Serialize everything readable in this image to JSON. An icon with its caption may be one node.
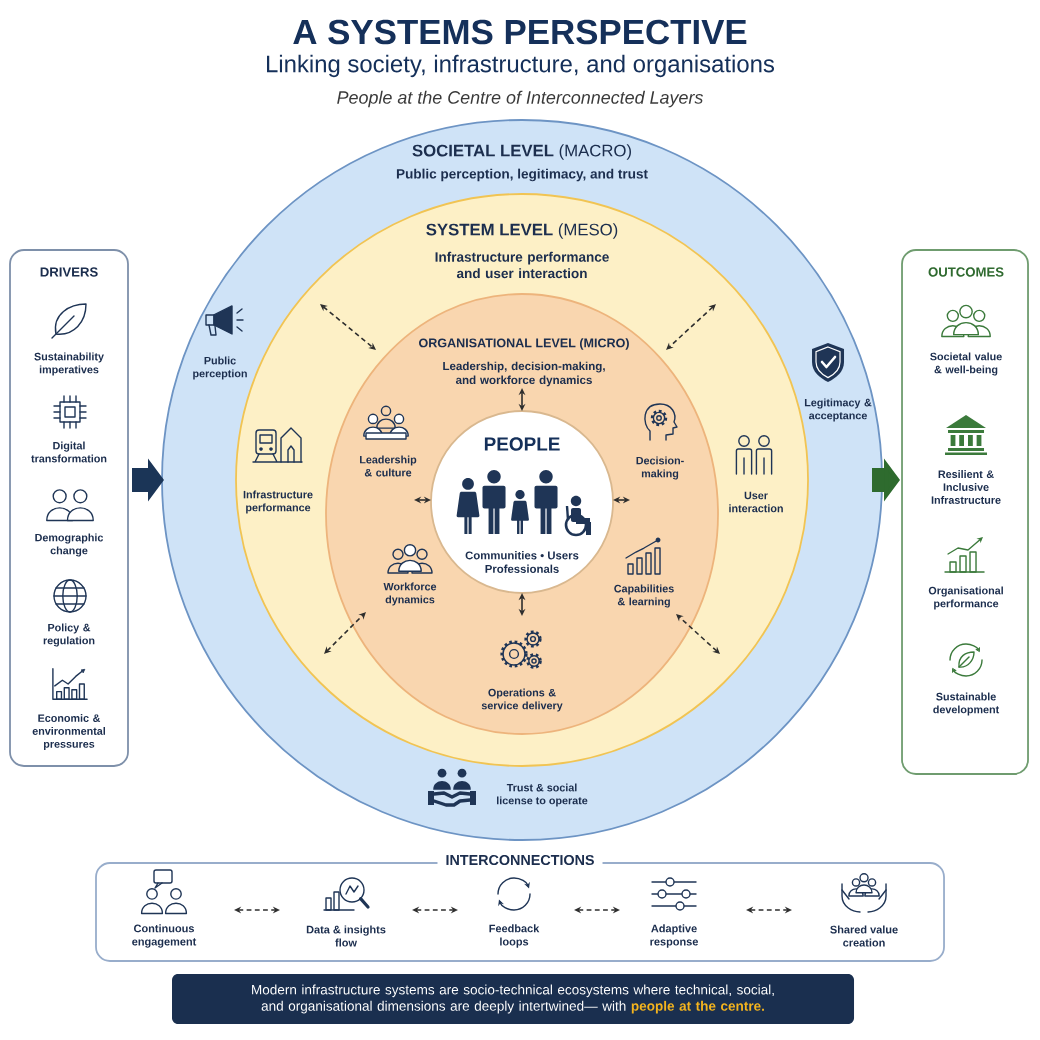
{
  "diagram": {
    "title": "A SYSTEMS PERSPECTIVE",
    "nodes": [
      {
        "text": [
          "DRIVERS",
          "Sustainability imperatives",
          "Digital transformation",
          "Demographic change",
          "Policy & regulation",
          "Economic & environmental pressures"
        ]
      },
      {
        "text": [
          "**SOCIETAL LEVEL** (MACRO)",
          "Public perception, legitimacy, and trust",
          "Public perception",
          "Legitimacy & acceptance",
          "Trust & social license to operate"
        ]
      },
      {
        "text": [
          "**SYSTEM LEVEL** (MESO)",
          "Infrastructure performance and user interaction",
          "Infrastructure performance",
          "User interaction"
        ],
        "in": 1
      },
      {
        "text": [
          "ORGANISATIONAL LEVEL (MICRO)",
          "Leadership, decision-making, and workforce dynamics",
          "Leadership & culture",
          "Decision-making",
          "Workforce dynamics",
          "Capabilities & learning",
          "Operations & service delivery"
        ],
        "in": 2
      },
      {
        "text": [
          "PEOPLE",
          "Communities • Users Professionals"
        ],
        "in": 3
      },
      {
        "text": [
          "OUTCOMES",
          "Societal value & well-being",
          "Resilient & Inclusive Infrastructure",
          "Organisational performance",
          "Sustainable development"
        ]
      },
      {
        "text": [
          "INTERCONNECTIONS"
        ]
      },
      {
        "text": [
          "Continuous engagement"
        ],
        "in": 6
      },
      {
        "text": [
          "Data & insights flow"
        ],
        "in": 6
      },
      {
        "text": [
          "Feedback loops"
        ],
        "in": 6
      },
      {
        "text": [
          "Adaptive response"
        ],
        "in": 6
      },
      {
        "text": [
          "Shared value creation"
        ],
        "in": 6
      },
      {
        "text": [
          "Modern infrastructure systems are socio-technical ecosystems where technical, social, and organisational dimensions are deeply intertwined— with **people at the centre.**"
        ]
      }
    ],
    "edges": [
      {
        "from": 0,
        "to": 1,
        "arrow": "to",
        "style": "thick",
        "color": "#1b3557"
      },
      {
        "from": 1,
        "to": 5,
        "arrow": "to",
        "style": "thick",
        "color": "#2e6b2e"
      },
      {
        "from": 2,
        "to": 3,
        "arrow": "both",
        "style": "dashed"
      },
      {
        "from": 2,
        "to": 3,
        "arrow": "both",
        "style": "dashed"
      },
      {
        "from": 2,
        "to": 3,
        "arrow": "both",
        "style": "dashed"
      },
      {
        "from": 2,
        "to": 3,
        "arrow": "both",
        "style": "dashed"
      },
      {
        "from": null,
        "to": 4,
        "arrow": "both"
      },
      {
        "from": null,
        "to": 4,
        "arrow": "both"
      },
      {
        "from": null,
        "to": 4,
        "arrow": "both"
      },
      {
        "from": null,
        "to": 4,
        "arrow": "both"
      },
      {
        "from": 7,
        "to": 8,
        "arrow": "both",
        "style": "dashed"
      },
      {
        "from": 8,
        "to": 9,
        "arrow": "both",
        "style": "dashed"
      },
      {
        "from": 9,
        "to": 10,
        "arrow": "both",
        "style": "dashed"
      },
      {
        "from": 10,
        "to": 11,
        "arrow": "both",
        "style": "dashed"
      }
    ],
    "labels": [
      "Linking society, infrastructure, and organisations",
      "People at the Centre of Interconnected Layers"
    ]
  }
}
